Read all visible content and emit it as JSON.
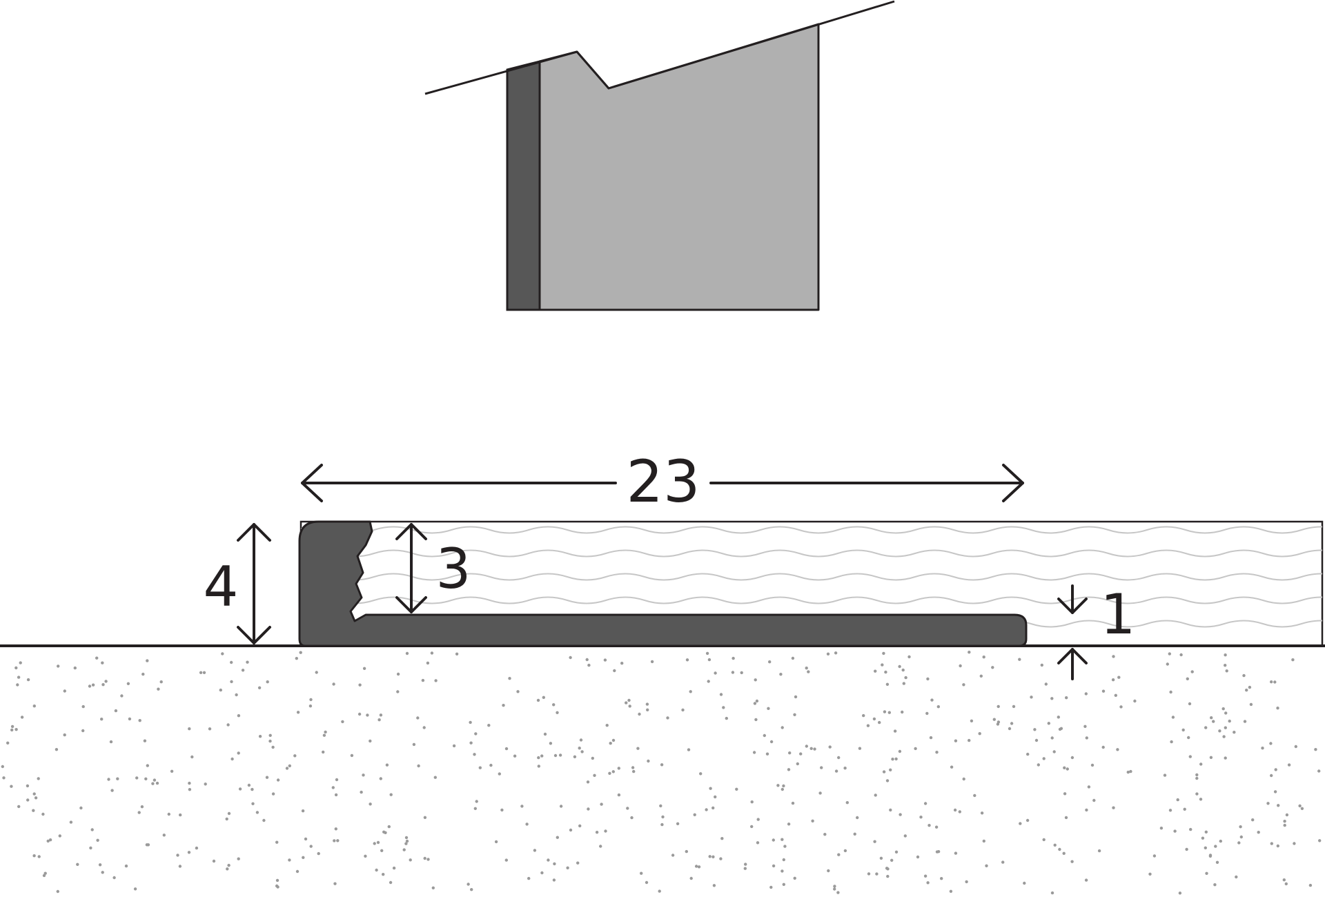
{
  "diagram": {
    "dimensions": {
      "total_width": "23",
      "profile_height": "4",
      "inner_height": "3",
      "base_thickness": "1"
    },
    "colors": {
      "outline": "#231f20",
      "profile_fill": "#575757",
      "top_piece_fill": "#b0b0b0",
      "top_piece_dark": "#575757",
      "wave_pattern": "#c6c6c6",
      "floor_dots": "#9a9a9a",
      "background": "#ffffff"
    }
  }
}
